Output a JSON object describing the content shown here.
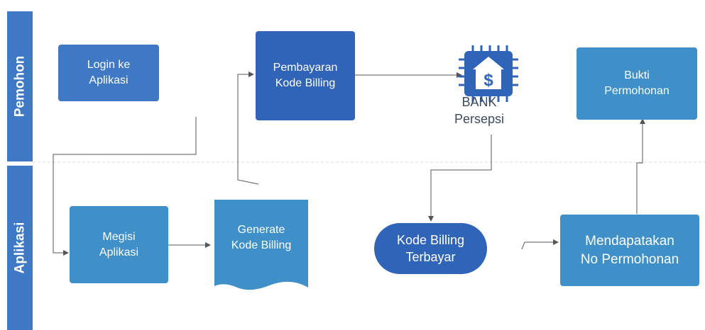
{
  "lanes": {
    "pemohon": "Pemohon",
    "aplikasi": "Aplikasi"
  },
  "nodes": {
    "login": "Login ke\nAplikasi",
    "pembayaran": "Pembayaran\nKode Billing",
    "bank": "BANK\nPersepsi",
    "bukti": "Bukti\nPermohonan",
    "megisi": "Megisi\nAplikasi",
    "generate": "Generate\nKode Billing",
    "kode_terbayar": "Kode Billing\nTerbayar",
    "mendapatkan": "Mendapatakan\nNo Permohonan"
  },
  "colors": {
    "lane": "#3f78c4",
    "dark_box": "#2f64b8",
    "light_box": "#3f8fc9",
    "connector": "#555555"
  },
  "icons": {
    "bank": "bank-chip-dollar-icon"
  }
}
